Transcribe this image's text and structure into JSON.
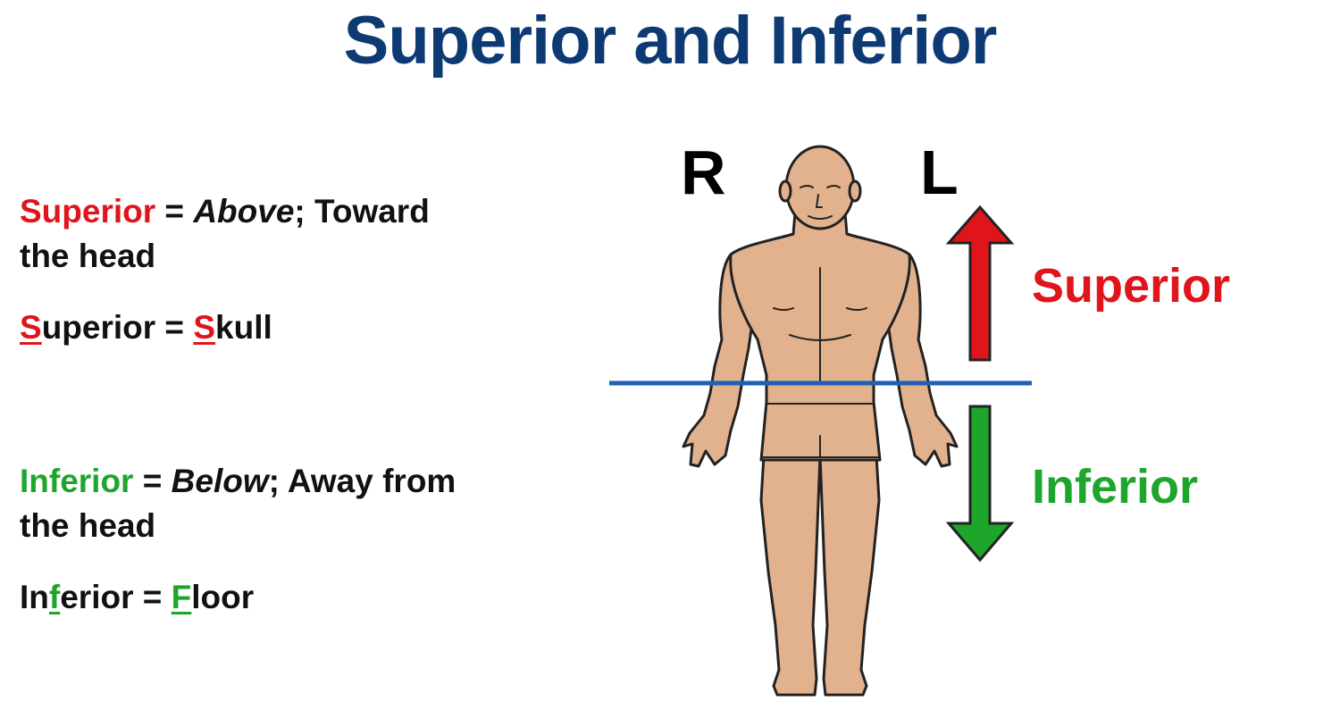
{
  "title": "Superior and Inferior",
  "superior_def": {
    "term": "Superior",
    "eq": " = ",
    "meaning": "Above",
    "rest_line1": "; Toward",
    "rest_line2": "the head"
  },
  "superior_mnemonic": {
    "w1_first": "S",
    "w1_rest": "uperior",
    "eq": " = ",
    "w2_first": "S",
    "w2_rest": "kull"
  },
  "inferior_def": {
    "term": "Inferior",
    "eq": " = ",
    "meaning": "Below",
    "rest_line1": "; Away from",
    "rest_line2": "the head"
  },
  "inferior_mnemonic": {
    "w1_a": "In",
    "w1_b": "f",
    "w1_c": "erior",
    "eq": " = ",
    "w2_first": "F",
    "w2_rest": "loor"
  },
  "side_right": "R",
  "side_left": "L",
  "arrow_superior_label": "Superior",
  "arrow_inferior_label": "Inferior",
  "colors": {
    "title": "#0e3a73",
    "superior": "#e0151b",
    "inferior": "#1ea52b",
    "plane_line": "#1f5fb5",
    "skin": "#e2b28e"
  }
}
